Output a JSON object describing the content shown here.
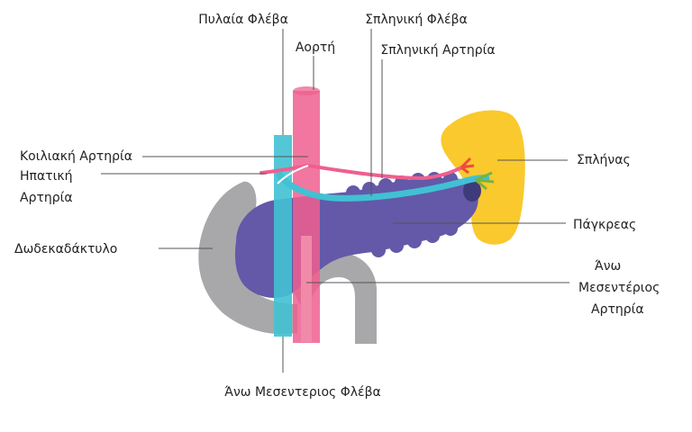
{
  "labels": {
    "portal_vein": "Πυλαία Φλέβα",
    "aorta": "Αορτή",
    "splenic_vein": "Σπληνική Φλέβα",
    "splenic_artery": "Σπληνική Αρτηρία",
    "celiac_artery": "Κοιλιακή Αρτηρία",
    "hepatic_artery_line1": "Ηπατική",
    "hepatic_artery_line2": "Αρτηρία",
    "spleen": "Σπλήνας",
    "duodenum": "Δωδεκαδάκτυλο",
    "pancreas": "Πάγκρεας",
    "sma_line1": "Άνω",
    "sma_line2": "Μεσεντέριος",
    "sma_line3": "Αρτηρία",
    "smv": "Άνω Μεσεντεριος Φλέβα"
  },
  "colors": {
    "spleen": "#f9c92d",
    "pancreas": "#6359a8",
    "duodenum": "#a8a8aa",
    "aorta": "#ee5f8f",
    "vein": "#41c1d3",
    "artery_light": "#f08aa8",
    "splenic_branch": "#ef4b3c",
    "green_branch": "#7ab23f",
    "leader": "#555555",
    "text": "#222222"
  }
}
